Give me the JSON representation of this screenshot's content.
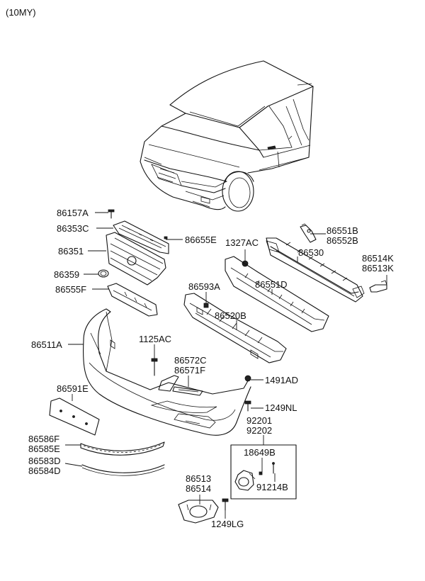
{
  "header": {
    "model_year": "(10MY)"
  },
  "callouts": {
    "c86157A": "86157A",
    "c86353C": "86353C",
    "c86655E": "86655E",
    "c86351": "86351",
    "c86359": "86359",
    "c86555F": "86555F",
    "c86511A": "86511A",
    "c1125AC": "1125AC",
    "c86572C": "86572C",
    "c86571F": "86571F",
    "c86591E": "86591E",
    "c86586F": "86586F",
    "c86585E": "86585E",
    "c86583D": "86583D",
    "c86584D": "86584D",
    "c1327AC": "1327AC",
    "c86551B": "86551B",
    "c86552B": "86552B",
    "c86530": "86530",
    "c86514K": "86514K",
    "c86513K": "86513K",
    "c86593A": "86593A",
    "c86551D": "86551D",
    "c86520B": "86520B",
    "c1491AD": "1491AD",
    "c1249NL": "1249NL",
    "c92201": "92201",
    "c92202": "92202",
    "c18649B": "18649B",
    "c91214B": "91214B",
    "c86513": "86513",
    "c86514": "86514",
    "c1249LG": "1249LG"
  }
}
